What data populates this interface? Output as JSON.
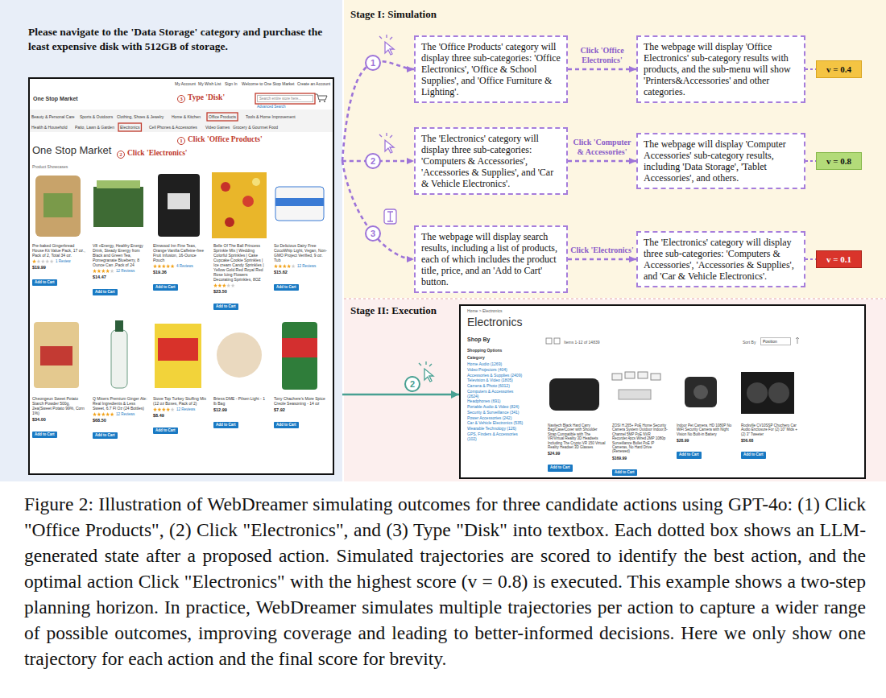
{
  "diagram": {
    "caption": "Figure 2: Illustration of WebDreamer simulating outcomes for three candidate actions using GPT-4o: (1) Click \"Office Products\", (2) Click \"Electronics\", and (3) Type \"Disk\" into textbox. Each dotted box shows an LLM-generated state after a proposed action. Simulated trajectories are scored to identify the best action, and the optimal action Click \"Electronics\" with the highest score (v = 0.8) is executed. This example shows a two-step planning horizon. In practice, WebDreamer simulates multiple trajectories per action to capture a wider range of possible outcomes, improving coverage and leading to better-informed decisions. Here we only show one trajectory for each action and the final score for brevity.",
    "nodes": [
      {
        "text": [
          "Please navigate to the 'Data Storage' category and purchase the least expensive disk with 512GB of storage."
        ]
      },
      {
        "text": [
          "My Account",
          "My Wish List",
          "Sign In",
          "Welcome to One Stop Market",
          "Create an Account",
          "One Stop Market",
          "Search entire store here...",
          "Advanced Search",
          "3",
          "Type 'Disk'",
          "Beauty & Personal Care",
          "Sports & Outdoors",
          "Clothing, Shoes & Jewelry",
          "Home & Kitchen",
          "Office Products",
          "Tools & Home Improvement",
          "Health & Household",
          "Patio, Lawn & Garden",
          "Electronics",
          "Cell Phones & Accessories",
          "Video Games",
          "Grocery & Gourmet Food",
          "1",
          "Click 'Office Products'",
          "One Stop Market",
          "2",
          "Click 'Electronics'",
          "Product Showcases",
          "Pre-baked Gingerbread House Kit Value Pack, 17 oz., Pack of 2, Total 34 oz.",
          "1 Review",
          "$19.99",
          "Add to Cart",
          "V8 +Energy, Healthy Energy Drink, Steady Energy from Black and Green Tea, Pomegranate Blueberry, 8 Ounce Can ,Pack of 24",
          "12 Reviews",
          "$14.47",
          "Add to Cart",
          "Elmwood Inn Fine Teas, Orange Vanilla Caffeine-free Fruit Infusion, 16-Ounce Pouch",
          "4 Reviews",
          "$19.36",
          "Add to Cart",
          "Belle Of The Ball Princess Sprinkle Mix | Wedding Colorful Sprinkles | Cake Cupcake Cookie Sprinkles | Ice cream Candy Sprinkles | Yellow Gold Red Royal Red Rose Icing Flowers Decorating Sprinkles, 8OZ",
          "$23.50",
          "Add to Cart",
          "So Delicious Dairy Free CocoWhip Light, Vegan, Non-GMO Project Verified, 9 oz. Tub",
          "12 Reviews",
          "$15.62",
          "Add to Cart",
          "Cheongeun Sweet Potato Starch Powder 500g, 2ea(Sweet Potato 99%, Corn 1%)",
          "$34.00",
          "Add to Cart",
          "Q Mixers Premium Ginger Ale: Real Ingredients & Less Sweet, 6.7 Fl Oz (24 Bottles)",
          "12 Reviews",
          "$68.50",
          "Add to Cart",
          "Stove Top Turkey Stuffing Mix (12 oz Boxes, Pack of 2)",
          "12 Reviews",
          "$8.49",
          "Add to Cart",
          "Briess DME - Pilsen Light - 1 lb Bag",
          "$12.99",
          "Add to Cart",
          "Tony Chachere's More Spice Creole Seasoning - 14 oz",
          "$7.92",
          "Add to Cart"
        ],
        "in": 0
      },
      {
        "text": [
          "Stage I: Simulation"
        ]
      },
      {
        "text": [
          "The 'Office Products' category will display three sub-categories: 'Office Electronics', 'Office & School Supplies', and 'Office Furniture & Lighting'."
        ],
        "in": 2
      },
      {
        "text": [
          "The webpage will display 'Office Electronics' sub-category results with products, and the sub-menu will show 'Printers&Accessories' and other categories."
        ],
        "in": 2
      },
      {
        "text": [
          "v = 0.4"
        ],
        "in": 2
      },
      {
        "text": [
          "The 'Electronics' category will display three sub-categories: 'Computers & Accessories', 'Accessories & Supplies', and 'Car & Vehicle Electronics'."
        ],
        "in": 2
      },
      {
        "text": [
          "The webpage will display 'Computer Accessories' sub-category results, including 'Data Storage', 'Tablet Accessories', and others."
        ],
        "in": 2
      },
      {
        "text": [
          "v = 0.8"
        ],
        "in": 2
      },
      {
        "text": [
          "The webpage will display search results, including a list of products, each of which includes the product title, price, and an 'Add to Cart' button."
        ],
        "in": 2
      },
      {
        "text": [
          "The 'Electronics' category will display three sub-categories: 'Computers & Accessories', 'Accessories & Supplies', and 'Car & Vehicle Electronics'."
        ],
        "in": 2
      },
      {
        "text": [
          "v = 0.1"
        ],
        "in": 2
      },
      {
        "text": [
          "Stage II: Execution"
        ]
      },
      {
        "text": [
          "Home > Electronics",
          "Electronics",
          "Shop By",
          "Shopping Options",
          "Category",
          "Home Audio (1269)",
          "Video Projectors (404)",
          "Accessories & Supplies (2409)",
          "Television & Video (1805)",
          "Camera & Photo (6012)",
          "Computers & Accessories (2624)",
          "Headphones (691)",
          "Portable Audio & Video (824)",
          "Security & Surveillance (341)",
          "Power Accessories (242)",
          "Car & Vehicle Electronics (535)",
          "Wearable Technology (126)",
          "GPS, Finders & Accessories (102)",
          "Items 1-12 of 14839",
          "Sort By",
          "Position",
          "Navitech Black Hard Carry Bag/Case/Cover with Shoulder Strap Compatible with The VR/Virtual Reality 3D Headsets Including The Crypto VR 150 Virtual Reality Headset 3D Glasses",
          "$24.99",
          "Add to Cart",
          "ZOSI H.265+ PoE Home Security Camera System Outdoor Indoor,8-Channel 5MP PoE NVR Recorder,4pcs Wired 2MP 1080p Surveillance Bullet PoE IP Cameras, No Hard Drive (Renewed)",
          "$169.99",
          "Add to Cart",
          "Indoor Pet Camera, HD 1080P No WiFi Security Camera with Night Vision No Built-in Battery",
          "$28.99",
          "Add to Cart",
          "Rockville CV10SSP Chuchero Car Audio Enclosure For (2) 10\" Mids + (2) 3\" Tweeter",
          "$56.68",
          "Add to Cart"
        ],
        "in": 12
      }
    ],
    "edges": [
      {
        "from": 0,
        "to": 3,
        "arrow": "to",
        "label": "1"
      },
      {
        "from": 0,
        "to": 6,
        "arrow": "to",
        "label": "2"
      },
      {
        "from": 0,
        "to": 9,
        "arrow": "to",
        "label": "3"
      },
      {
        "from": 3,
        "to": 4,
        "arrow": "to",
        "label": "Click 'Office Electronics'"
      },
      {
        "from": 4,
        "to": 5,
        "arrow": "none"
      },
      {
        "from": 6,
        "to": 7,
        "arrow": "to",
        "label": "Click 'Computer & Accessories'"
      },
      {
        "from": 7,
        "to": 8,
        "arrow": "none"
      },
      {
        "from": 9,
        "to": 10,
        "arrow": "to",
        "label": "Click 'Electronics'"
      },
      {
        "from": 10,
        "to": 11,
        "arrow": "none"
      },
      {
        "from": 0,
        "to": 13,
        "arrow": "to",
        "label": "2"
      }
    ]
  }
}
